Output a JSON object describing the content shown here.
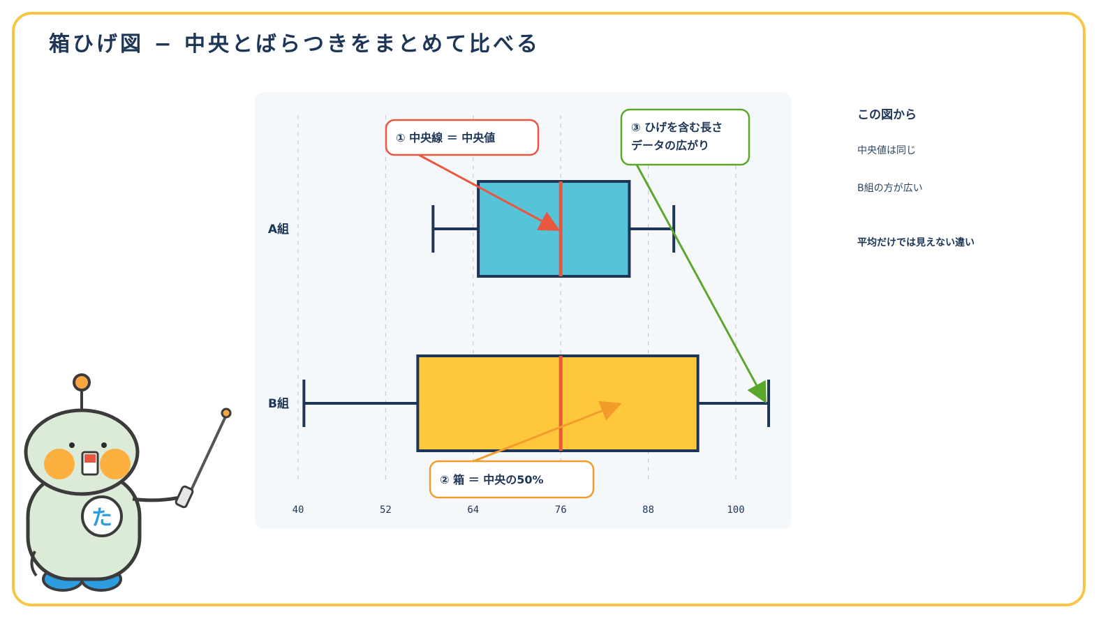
{
  "title": "箱ひげ図 − 中央とばらつきをまとめて比べる",
  "chart_data": {
    "type": "boxplot",
    "orientation": "horizontal",
    "xlim": [
      40,
      106
    ],
    "x_ticks": [
      "40",
      "52",
      "64",
      "76",
      "88",
      "100"
    ],
    "x_tick_values": [
      40,
      52,
      64,
      76,
      88,
      100
    ],
    "grid": true,
    "series": [
      {
        "name": "A組",
        "min": 58.5,
        "q1": 64.7,
        "median": 76,
        "q3": 85.4,
        "max": 91.5,
        "color": "#55c3d8"
      },
      {
        "name": "B組",
        "min": 40.8,
        "q1": 56.4,
        "median": 76,
        "q3": 94.8,
        "max": 104.5,
        "color": "#fec73c"
      }
    ],
    "median_color": "#e9573f",
    "annotations": [
      {
        "id": "median",
        "lines": [
          "① 中央線 ＝ 中央値"
        ],
        "color": "#e9573f"
      },
      {
        "id": "whisker",
        "lines": [
          "③ ひげを含む長さ",
          "データの広がり"
        ],
        "color": "#5aa72b"
      },
      {
        "id": "box",
        "lines": [
          "② 箱 ＝ 中央の50%"
        ],
        "color": "#f39c2c"
      }
    ]
  },
  "sidebar": {
    "heading": "この図から",
    "note1": "中央値は同じ",
    "note2": "B組の方が広い",
    "note3": "平均だけでは見えない違い"
  },
  "mascot": {
    "badge": "た"
  }
}
